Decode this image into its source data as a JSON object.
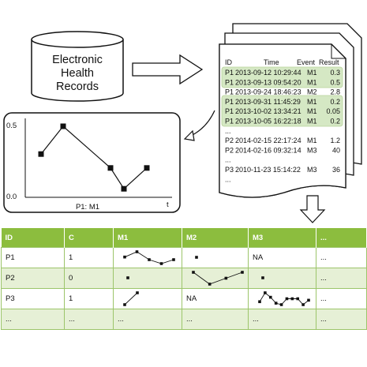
{
  "database": {
    "label_lines": [
      "Electronic",
      "Health",
      "Records"
    ]
  },
  "records": {
    "headers": [
      "ID",
      "Time",
      "Event",
      "Result"
    ],
    "rows": [
      {
        "id": "P1",
        "time": "2013-09-12 10:29:44",
        "event": "M1",
        "result": "0.3",
        "highlight": true
      },
      {
        "id": "P1",
        "time": "2013-09-13 09:54:20",
        "event": "M1",
        "result": "0.5",
        "highlight": true
      },
      {
        "id": "P1",
        "time": "2013-09-24 18:46:23",
        "event": "M2",
        "result": "2.8",
        "highlight": false
      },
      {
        "id": "P1",
        "time": "2013-09-31 11:45:29",
        "event": "M1",
        "result": "0.2",
        "highlight": true
      },
      {
        "id": "P1",
        "time": "2013-10-02 13:34:21",
        "event": "M1",
        "result": "0.05",
        "highlight": true
      },
      {
        "id": "P1",
        "time": "2013-10-05 16:22:18",
        "event": "M1",
        "result": "0.2",
        "highlight": true
      },
      {
        "id": "...",
        "time": "",
        "event": "",
        "result": "",
        "highlight": false
      },
      {
        "id": "P2",
        "time": "2014-02-15 22:17:24",
        "event": "M1",
        "result": "1.2",
        "highlight": false
      },
      {
        "id": "P2",
        "time": "2014-02-16 09:32:14",
        "event": "M3",
        "result": "40",
        "highlight": false
      },
      {
        "id": "...",
        "time": "",
        "event": "",
        "result": "",
        "highlight": false
      },
      {
        "id": "P3",
        "time": "2010-11-23 15:14:22",
        "event": "M3",
        "result": "36",
        "highlight": false
      },
      {
        "id": "...",
        "time": "",
        "event": "",
        "result": "",
        "highlight": false
      }
    ],
    "highlight_color": "#d5e8c4"
  },
  "plot": {
    "y_tick_top": "0.5",
    "y_tick_bottom": "0.0",
    "x_axis_label": "t",
    "caption": "P1: M1",
    "values": [
      0.3,
      0.5,
      0.2,
      0.05,
      0.2
    ]
  },
  "table": {
    "headers": [
      "ID",
      "C",
      "M1",
      "M2",
      "M3",
      "..."
    ],
    "header_color": "#8cbd3e",
    "rows": [
      {
        "id": "P1",
        "c": "1",
        "m1": {
          "values": [
            0.3,
            0.5,
            0.2,
            0.05,
            0.2
          ]
        },
        "m2": {
          "values": [
            2.8
          ]
        },
        "m3": {
          "text": "NA"
        },
        "more": "..."
      },
      {
        "id": "P2",
        "c": "0",
        "m1": {
          "values": [
            1.2
          ]
        },
        "m2": {
          "values": [
            3,
            1,
            2,
            3
          ]
        },
        "m3": {
          "values": [
            40
          ]
        },
        "more": "..."
      },
      {
        "id": "P3",
        "c": "1",
        "m1": {
          "values": [
            1,
            3
          ]
        },
        "m2": {
          "text": "NA"
        },
        "m3": {
          "values": [
            30,
            36,
            33,
            29,
            28,
            32,
            32,
            32,
            28,
            31
          ]
        },
        "more": "..."
      },
      {
        "id": "...",
        "c": "...",
        "m1": {
          "text": "..."
        },
        "m2": {
          "text": "..."
        },
        "m3": {
          "text": "..."
        },
        "more": "..."
      }
    ]
  }
}
